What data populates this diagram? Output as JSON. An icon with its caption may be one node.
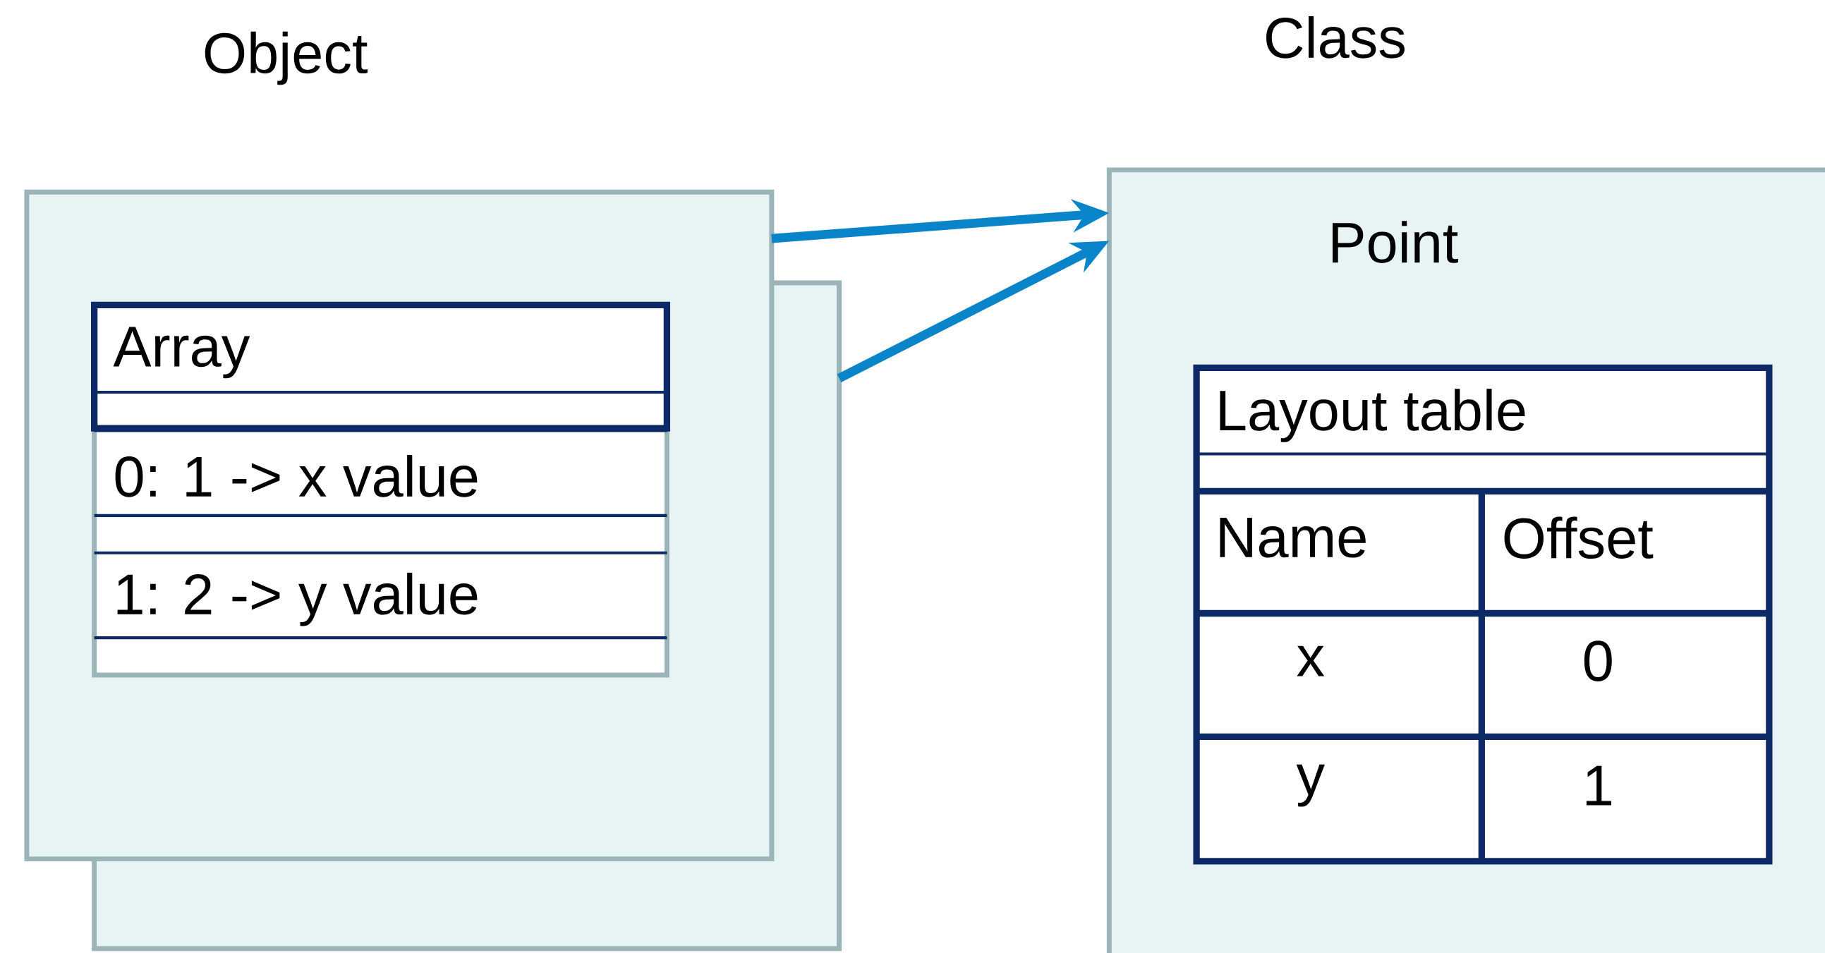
{
  "diagram": {
    "nodes": [
      {
        "text": [
          "Object"
        ]
      },
      {
        "text": [],
        "shape": "box"
      },
      {
        "text": [
          "Array",
          "0: 1  -> x value",
          "1: 2  -> y value"
        ]
      },
      {
        "text": [
          "Class",
          "Point"
        ]
      },
      {
        "text": [
          "Layout table"
        ],
        "in": 3
      }
    ],
    "edges": [
      {
        "from": 0,
        "to": 3,
        "arrow": "to"
      },
      {
        "from": 1,
        "to": 3,
        "arrow": "to"
      }
    ],
    "labels": [
      "Name",
      "Offset",
      "x",
      "0",
      "y",
      "1"
    ]
  }
}
